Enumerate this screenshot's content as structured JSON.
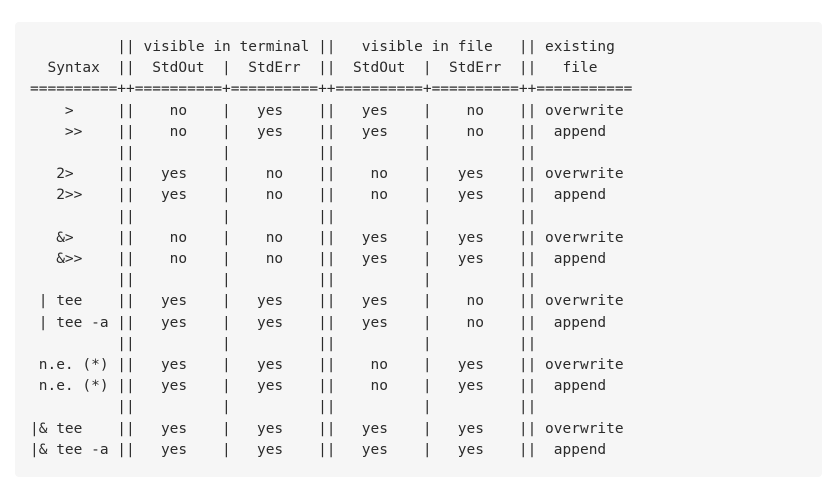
{
  "code_block": {
    "lines": [
      "          || visible in terminal ||   visible in file   || existing",
      "  Syntax  ||  StdOut  |  StdErr  ||  StdOut  |  StdErr  ||   file",
      "==========++==========+==========++==========+==========++===========",
      "    >     ||    no    |   yes    ||   yes    |    no    || overwrite",
      "    >>    ||    no    |   yes    ||   yes    |    no    ||  append",
      "          ||          |          ||          |          ||",
      "   2>     ||   yes    |    no    ||    no    |   yes    || overwrite",
      "   2>>    ||   yes    |    no    ||    no    |   yes    ||  append",
      "          ||          |          ||          |          ||",
      "   &>     ||    no    |    no    ||   yes    |   yes    || overwrite",
      "   &>>    ||    no    |    no    ||   yes    |   yes    ||  append",
      "          ||          |          ||          |          ||",
      " | tee    ||   yes    |   yes    ||   yes    |    no    || overwrite",
      " | tee -a ||   yes    |   yes    ||   yes    |    no    ||  append",
      "          ||          |          ||          |          ||",
      " n.e. (*) ||   yes    |   yes    ||    no    |   yes    || overwrite",
      " n.e. (*) ||   yes    |   yes    ||    no    |   yes    ||  append",
      "          ||          |          ||          |          ||",
      "|& tee    ||   yes    |   yes    ||   yes    |   yes    || overwrite",
      "|& tee -a ||   yes    |   yes    ||   yes    |   yes    ||  append"
    ]
  }
}
